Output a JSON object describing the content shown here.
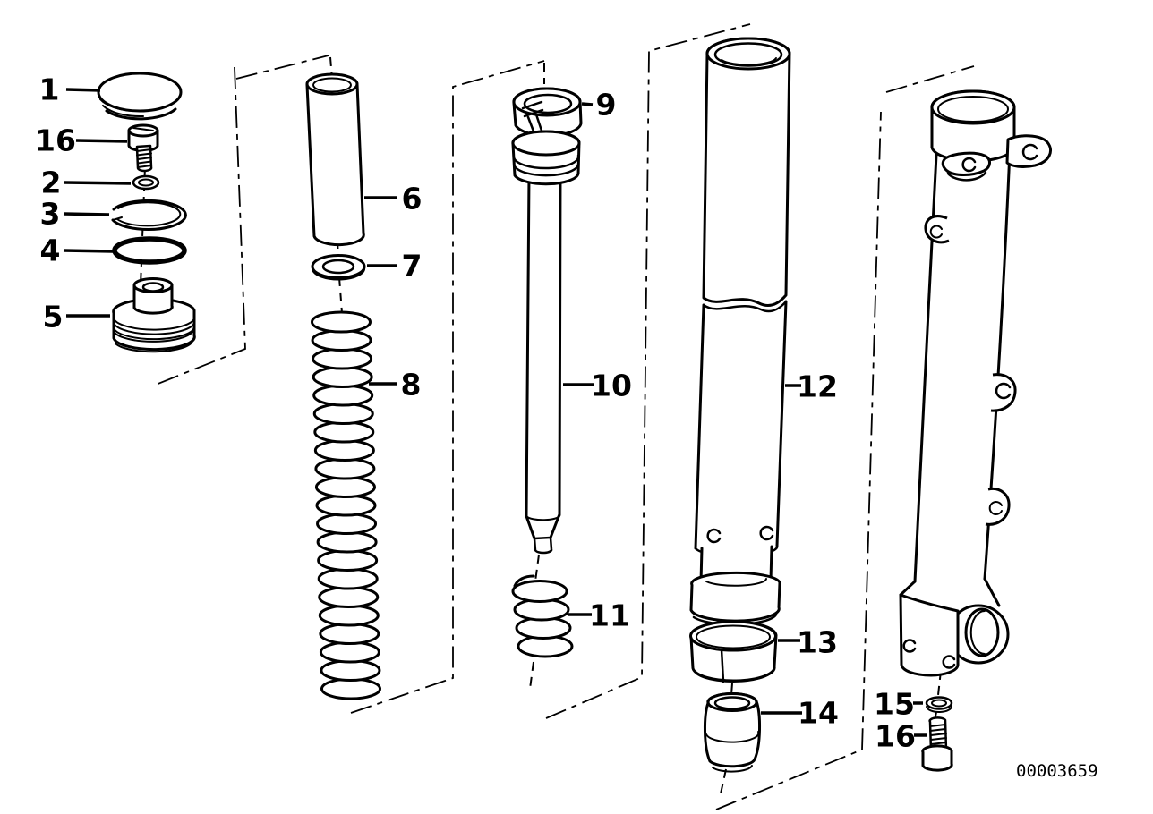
{
  "diagram": {
    "doc_number": "00003659",
    "ink_color": "#000000",
    "paper_color": "#ffffff",
    "callouts": [
      {
        "text": "1"
      },
      {
        "text": "16"
      },
      {
        "text": "2"
      },
      {
        "text": "3"
      },
      {
        "text": "4"
      },
      {
        "text": "5"
      },
      {
        "text": "6"
      },
      {
        "text": "7"
      },
      {
        "text": "8"
      },
      {
        "text": "9"
      },
      {
        "text": "10"
      },
      {
        "text": "11"
      },
      {
        "text": "12"
      },
      {
        "text": "13"
      },
      {
        "text": "14"
      },
      {
        "text": "15"
      },
      {
        "text": "16"
      }
    ]
  }
}
